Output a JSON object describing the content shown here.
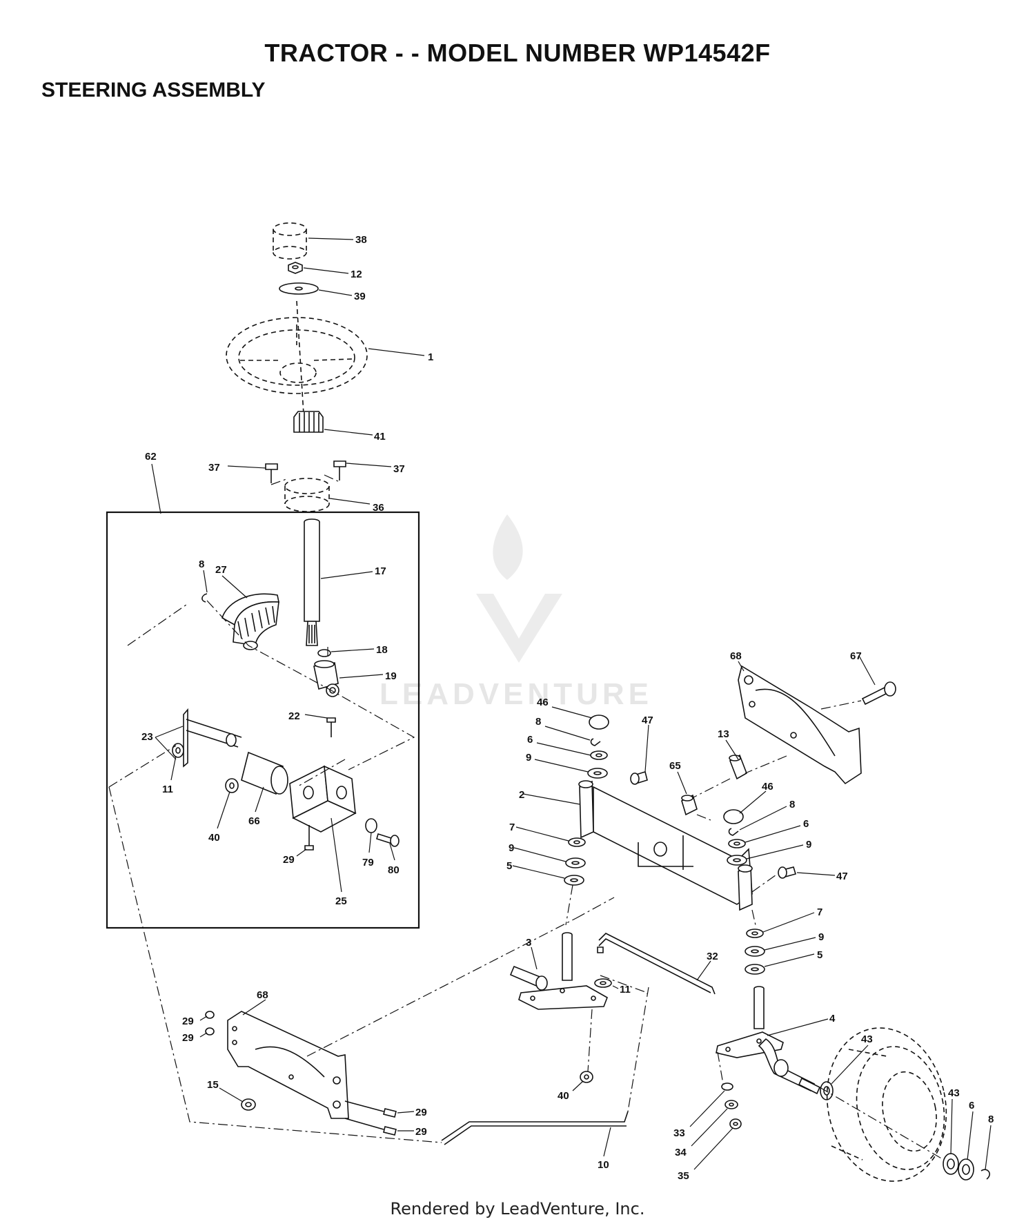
{
  "header": {
    "title": "TRACTOR - - MODEL NUMBER WP14542F",
    "section": "STEERING ASSEMBLY"
  },
  "watermark": {
    "brand": "LEADVENTURE"
  },
  "footer": {
    "credit": "Rendered by LeadVenture, Inc."
  },
  "callouts": {
    "p38": "38",
    "p12": "12",
    "p39": "39",
    "p1": "1",
    "p41": "41",
    "p37a": "37",
    "p37b": "37",
    "p36": "36",
    "p62": "62",
    "p17": "17",
    "p8a": "8",
    "p27": "27",
    "p18": "18",
    "p19": "19",
    "p22": "22",
    "p23": "23",
    "p11a": "11",
    "p40a": "40",
    "p66": "66",
    "p29a": "29",
    "p25": "25",
    "p79": "79",
    "p80": "80",
    "p68a": "68",
    "p67": "67",
    "p46a": "46",
    "p8b": "8",
    "p6a": "6",
    "p9a": "9",
    "p47a": "47",
    "p13": "13",
    "p65": "65",
    "p2": "2",
    "p7a": "7",
    "p9b": "9",
    "p5a": "5",
    "p46b": "46",
    "p8c": "8",
    "p6b": "6",
    "p9c": "9",
    "p47b": "47",
    "p7b": "7",
    "p9d": "9",
    "p5b": "5",
    "p3": "3",
    "p11b": "11",
    "p32": "32",
    "p4": "4",
    "p68b": "68",
    "p29b": "29",
    "p29c": "29",
    "p15": "15",
    "p29d": "29",
    "p29e": "29",
    "p40b": "40",
    "p43a": "43",
    "p43b": "43",
    "p6c": "6",
    "p8d": "8",
    "p33": "33",
    "p34": "34",
    "p35": "35",
    "p10": "10"
  }
}
